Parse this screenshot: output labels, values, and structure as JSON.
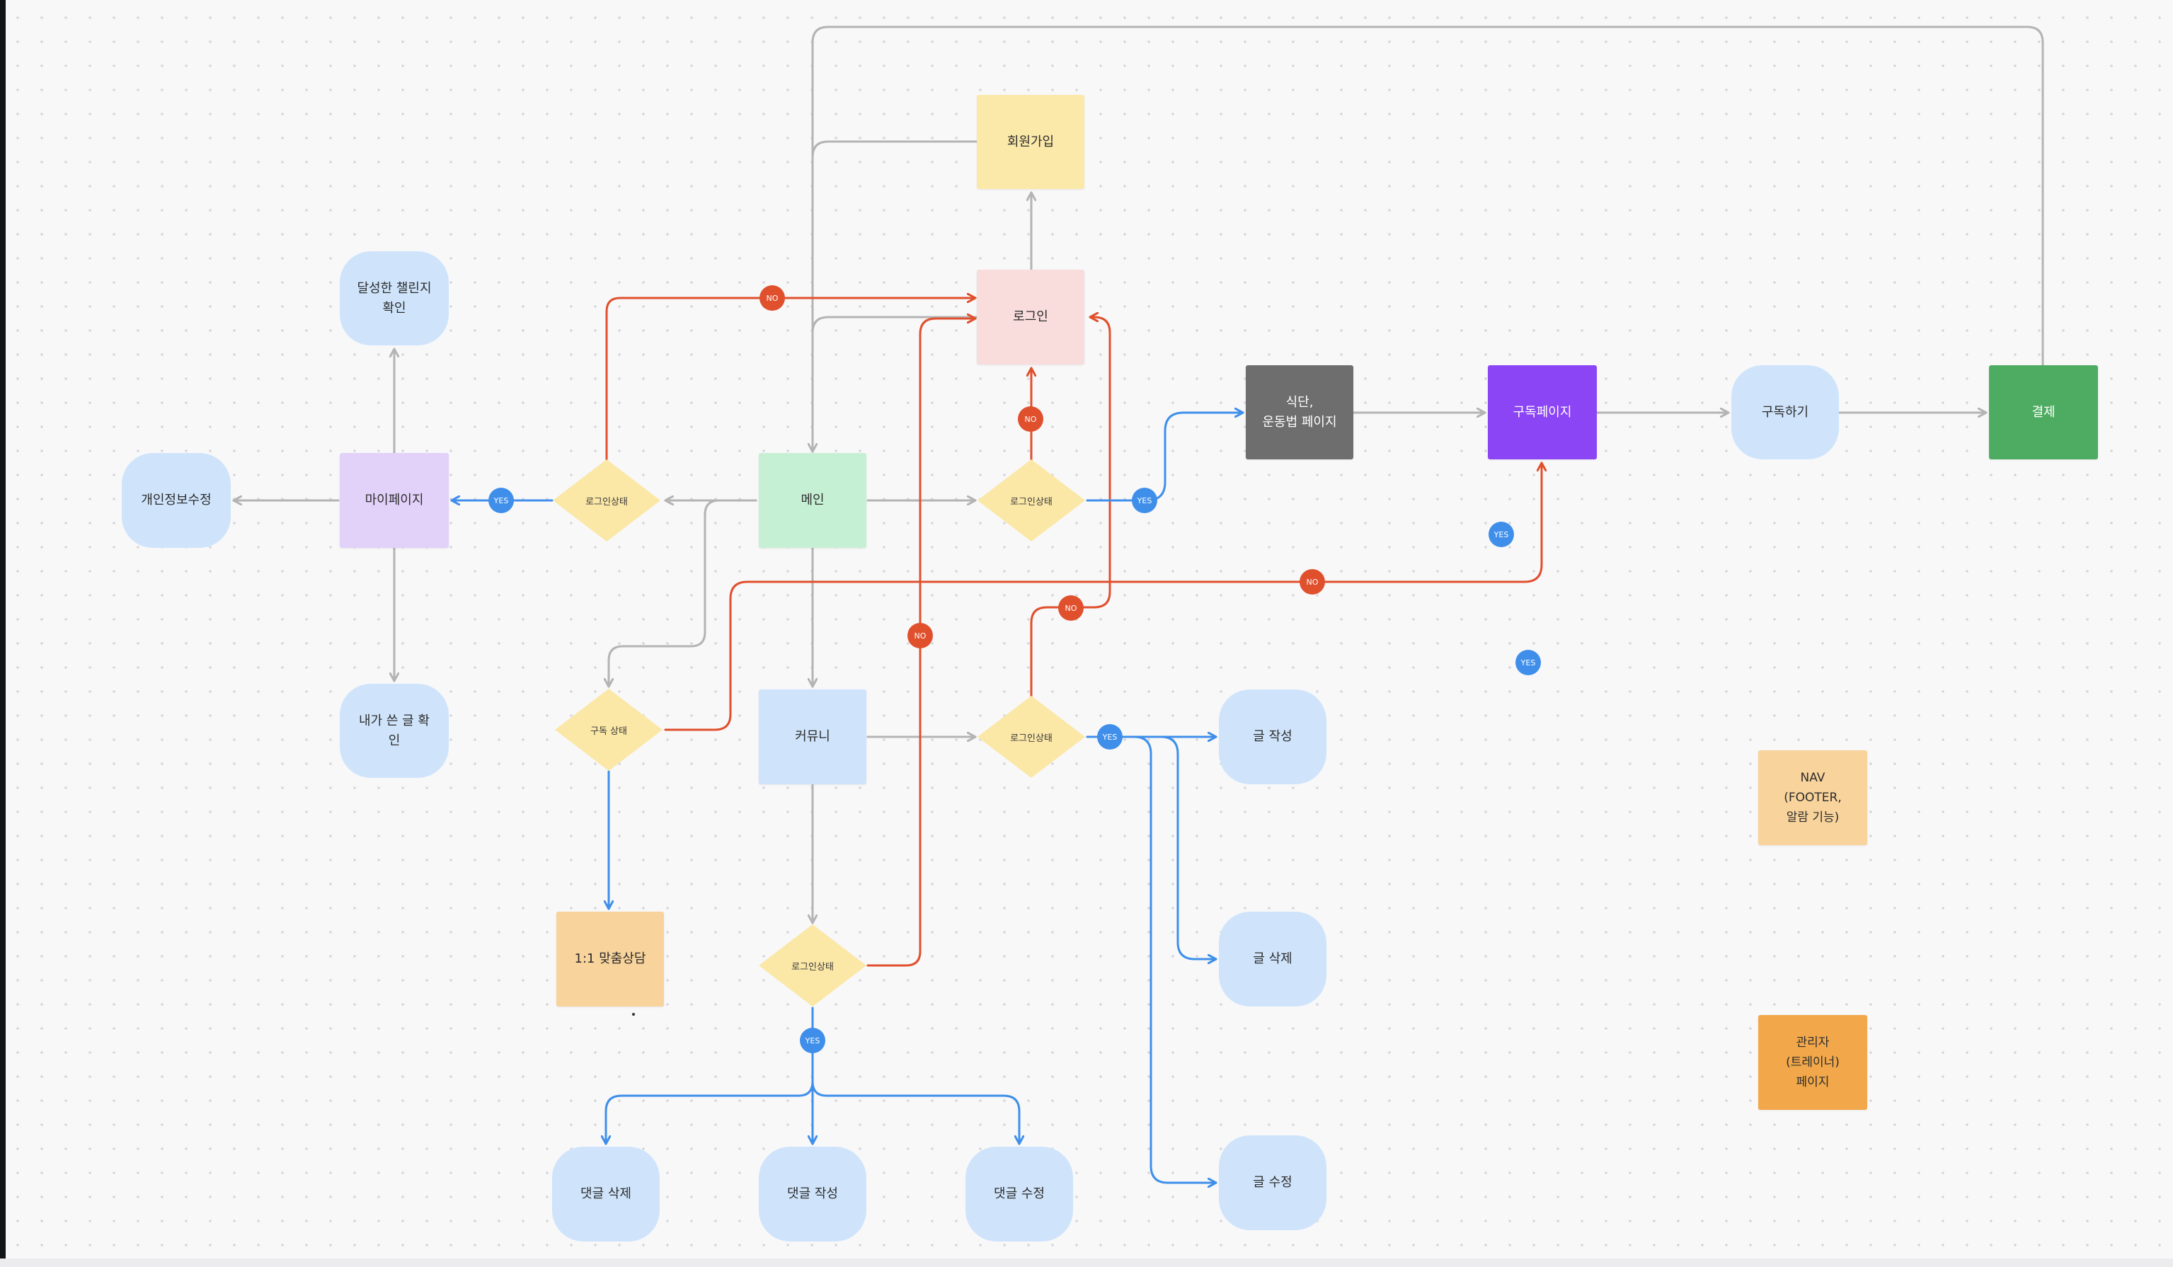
{
  "colors": {
    "gray_line": "#b4b4b4",
    "red_line": "#e0502d",
    "blue_line": "#3f8fea",
    "diamond": "#fbe7a6",
    "light_blue": "#cfe4fb",
    "signup": "#fbe9a9",
    "login": "#f9dcdc",
    "main": "#c6f0d3",
    "mypage": "#e2d1f9",
    "diet": "#6e6e6e",
    "subscribe_page": "#8c45f5",
    "payment": "#4eac62",
    "consult": "#f8d39b",
    "nav": "#f8d39b",
    "admin": "#f2a84a"
  },
  "nodes": {
    "signup": "회원가입",
    "login": "로그인",
    "main": "메인",
    "mypage": "마이페이지",
    "edit_profile": "개인정보수정",
    "challenge": "달성한 챌린지\n확인",
    "my_posts": "내가 쓴 글 확\n인",
    "diet": "식단,\n운동법 페이지",
    "subscribe_page": "구독페이지",
    "subscribe": "구독하기",
    "payment": "결제",
    "community": "커뮤니",
    "write_post": "글 작성",
    "delete_post": "글 삭제",
    "edit_post": "글 수정",
    "consult": "1:1 맞춤상담",
    "delete_comment": "댓글 삭제",
    "write_comment": "댓글 작성",
    "edit_comment": "댓글 수정",
    "nav": "NAV\n(FOOTER,\n알람 기능)",
    "admin": "관리자\n(트레이너)\n페이지"
  },
  "decisions": {
    "login_state_left": "로그인상태",
    "login_state_top": "로그인상태",
    "login_state_community": "로그인상태",
    "login_state_bottom": "로그인상태",
    "subscription_state": "구독 상태"
  },
  "badges": {
    "no": "NO",
    "yes": "YES"
  }
}
